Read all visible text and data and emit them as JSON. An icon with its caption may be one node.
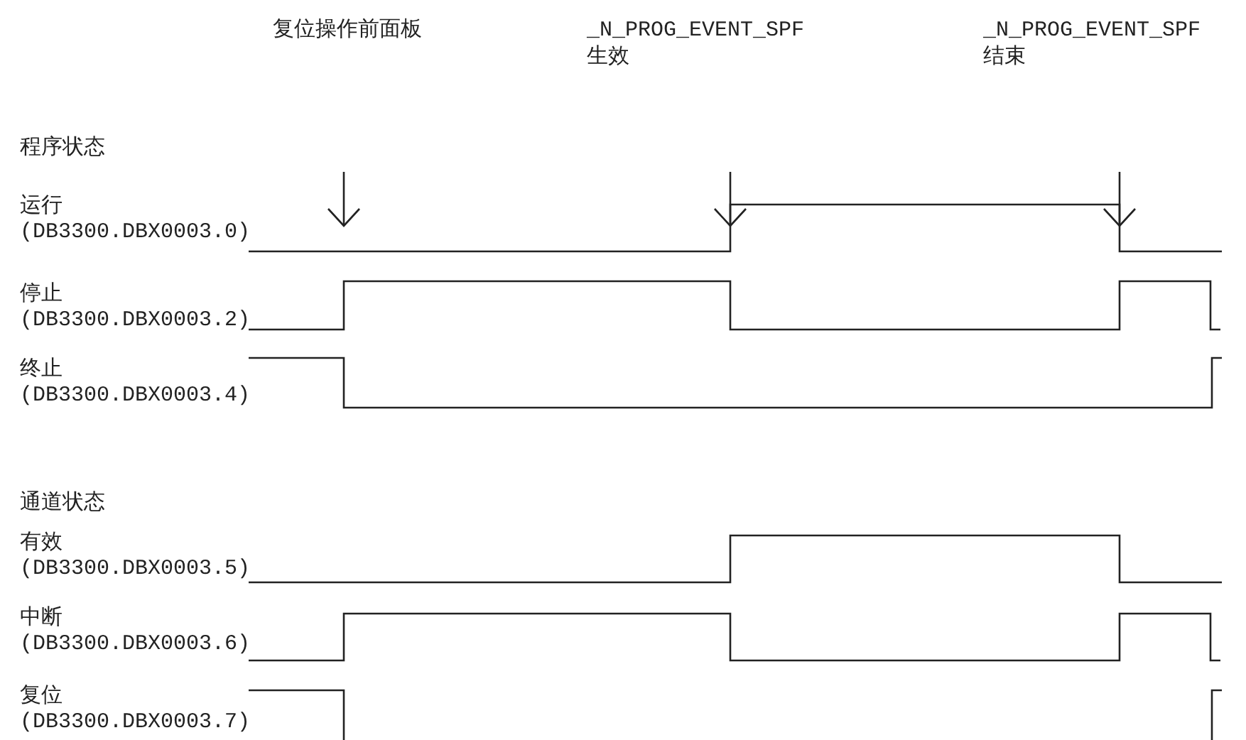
{
  "diagram": {
    "labels": [
      "复位操作前面板",
      "_N_PROG_EVENT_SPF 生效",
      "_N_PROG_EVENT_SPF 结束",
      "程序状态",
      "运行",
      "(DB3300.DBX0003.0)",
      "停止",
      "(DB3300.DBX0003.2)",
      "终止",
      "(DB3300.DBX0003.4)",
      "通道状态",
      "有效",
      "(DB3300.DBX0003.5)",
      "中断",
      "(DB3300.DBX0003.6)",
      "复位",
      "(DB3300.DBX0003.7)"
    ]
  }
}
